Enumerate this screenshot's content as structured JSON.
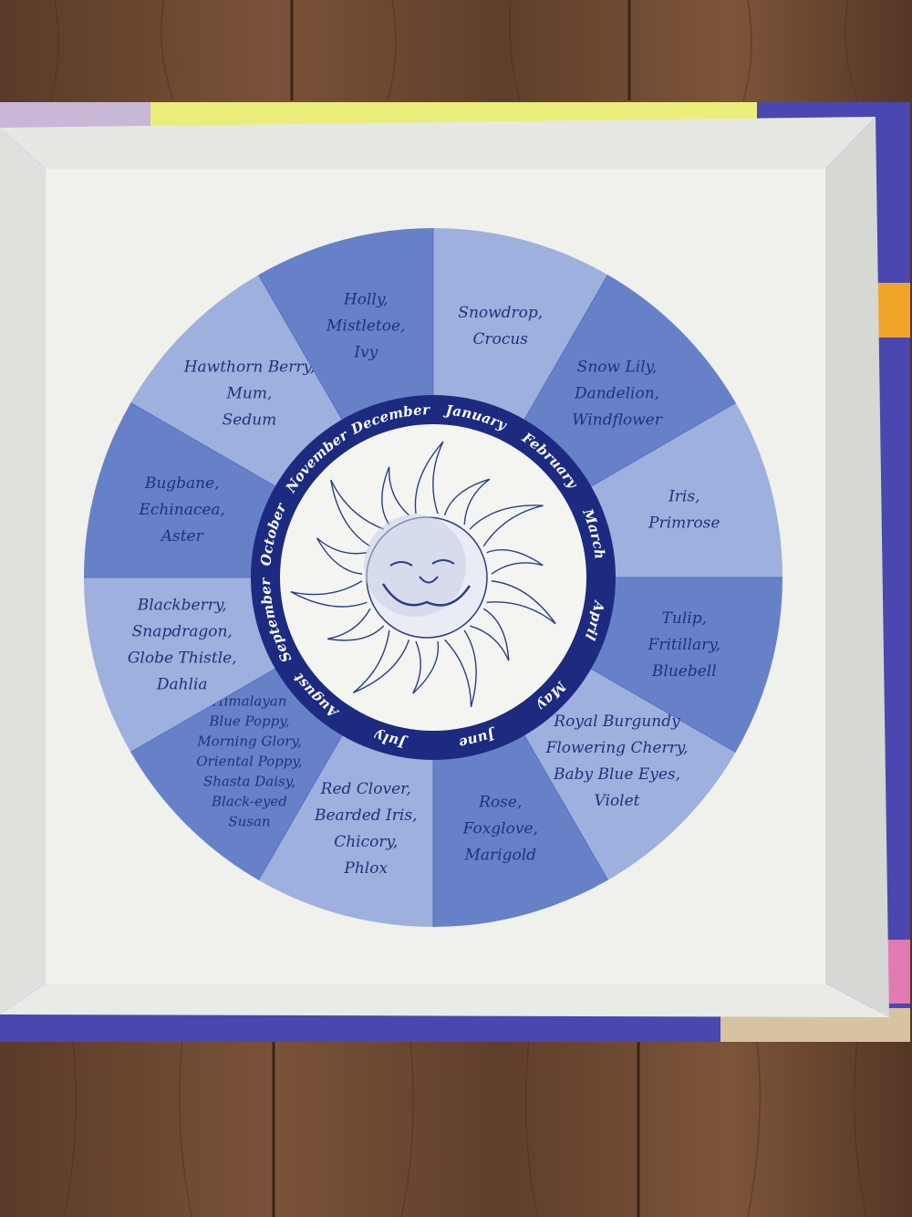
{
  "wheel": {
    "months": [
      {
        "name": "January",
        "flowers": [
          "Snowdrop,",
          "Crocus"
        ]
      },
      {
        "name": "February",
        "flowers": [
          "Snow Lily,",
          "Dandelion,",
          "Windflower"
        ]
      },
      {
        "name": "March",
        "flowers": [
          "Iris,",
          "Primrose"
        ]
      },
      {
        "name": "April",
        "flowers": [
          "Tulip,",
          "Fritillary,",
          "Bluebell"
        ]
      },
      {
        "name": "May",
        "flowers": [
          "Royal Burgundy",
          "Flowering Cherry,",
          "Baby Blue Eyes,",
          "Violet"
        ]
      },
      {
        "name": "June",
        "flowers": [
          "Rose,",
          "Foxglove,",
          "Marigold"
        ]
      },
      {
        "name": "July",
        "flowers": [
          "Red Clover,",
          "Bearded Iris,",
          "Chicory,",
          "Phlox"
        ]
      },
      {
        "name": "August",
        "flowers": [
          "Himalayan",
          "Blue Poppy,",
          "Morning Glory,",
          "Oriental Poppy,",
          "Shasta Daisy,",
          "Black-eyed",
          "Susan"
        ]
      },
      {
        "name": "September",
        "flowers": [
          "Blackberry,",
          "Snapdragon,",
          "Globe Thistle,",
          "Dahlia"
        ]
      },
      {
        "name": "October",
        "flowers": [
          "Bugbane,",
          "Echinacea,",
          "Aster"
        ]
      },
      {
        "name": "November",
        "flowers": [
          "Hawthorn Berry,",
          "Mum,",
          "Sedum"
        ]
      },
      {
        "name": "December",
        "flowers": [
          "Holly,",
          "Mistletoe,",
          "Ivy"
        ]
      }
    ],
    "segment_colors": [
      "#9eb0dd",
      "#6781c9",
      "#9eb0dd",
      "#6781c9",
      "#9eb0dd",
      "#6781c9",
      "#9eb0dd",
      "#6781c9",
      "#9eb0dd",
      "#6781c9",
      "#9eb0dd",
      "#6781c9"
    ],
    "month_ring_color": "#1c2a80",
    "center_color": "#f4f5f1",
    "sun_ink_color": "#2d3d8a"
  },
  "box": {
    "inner_color": "#f0f1ec",
    "wall_color": "#e2e4df",
    "outer_color": "#4a47b0",
    "table_color": "#6a4530"
  }
}
